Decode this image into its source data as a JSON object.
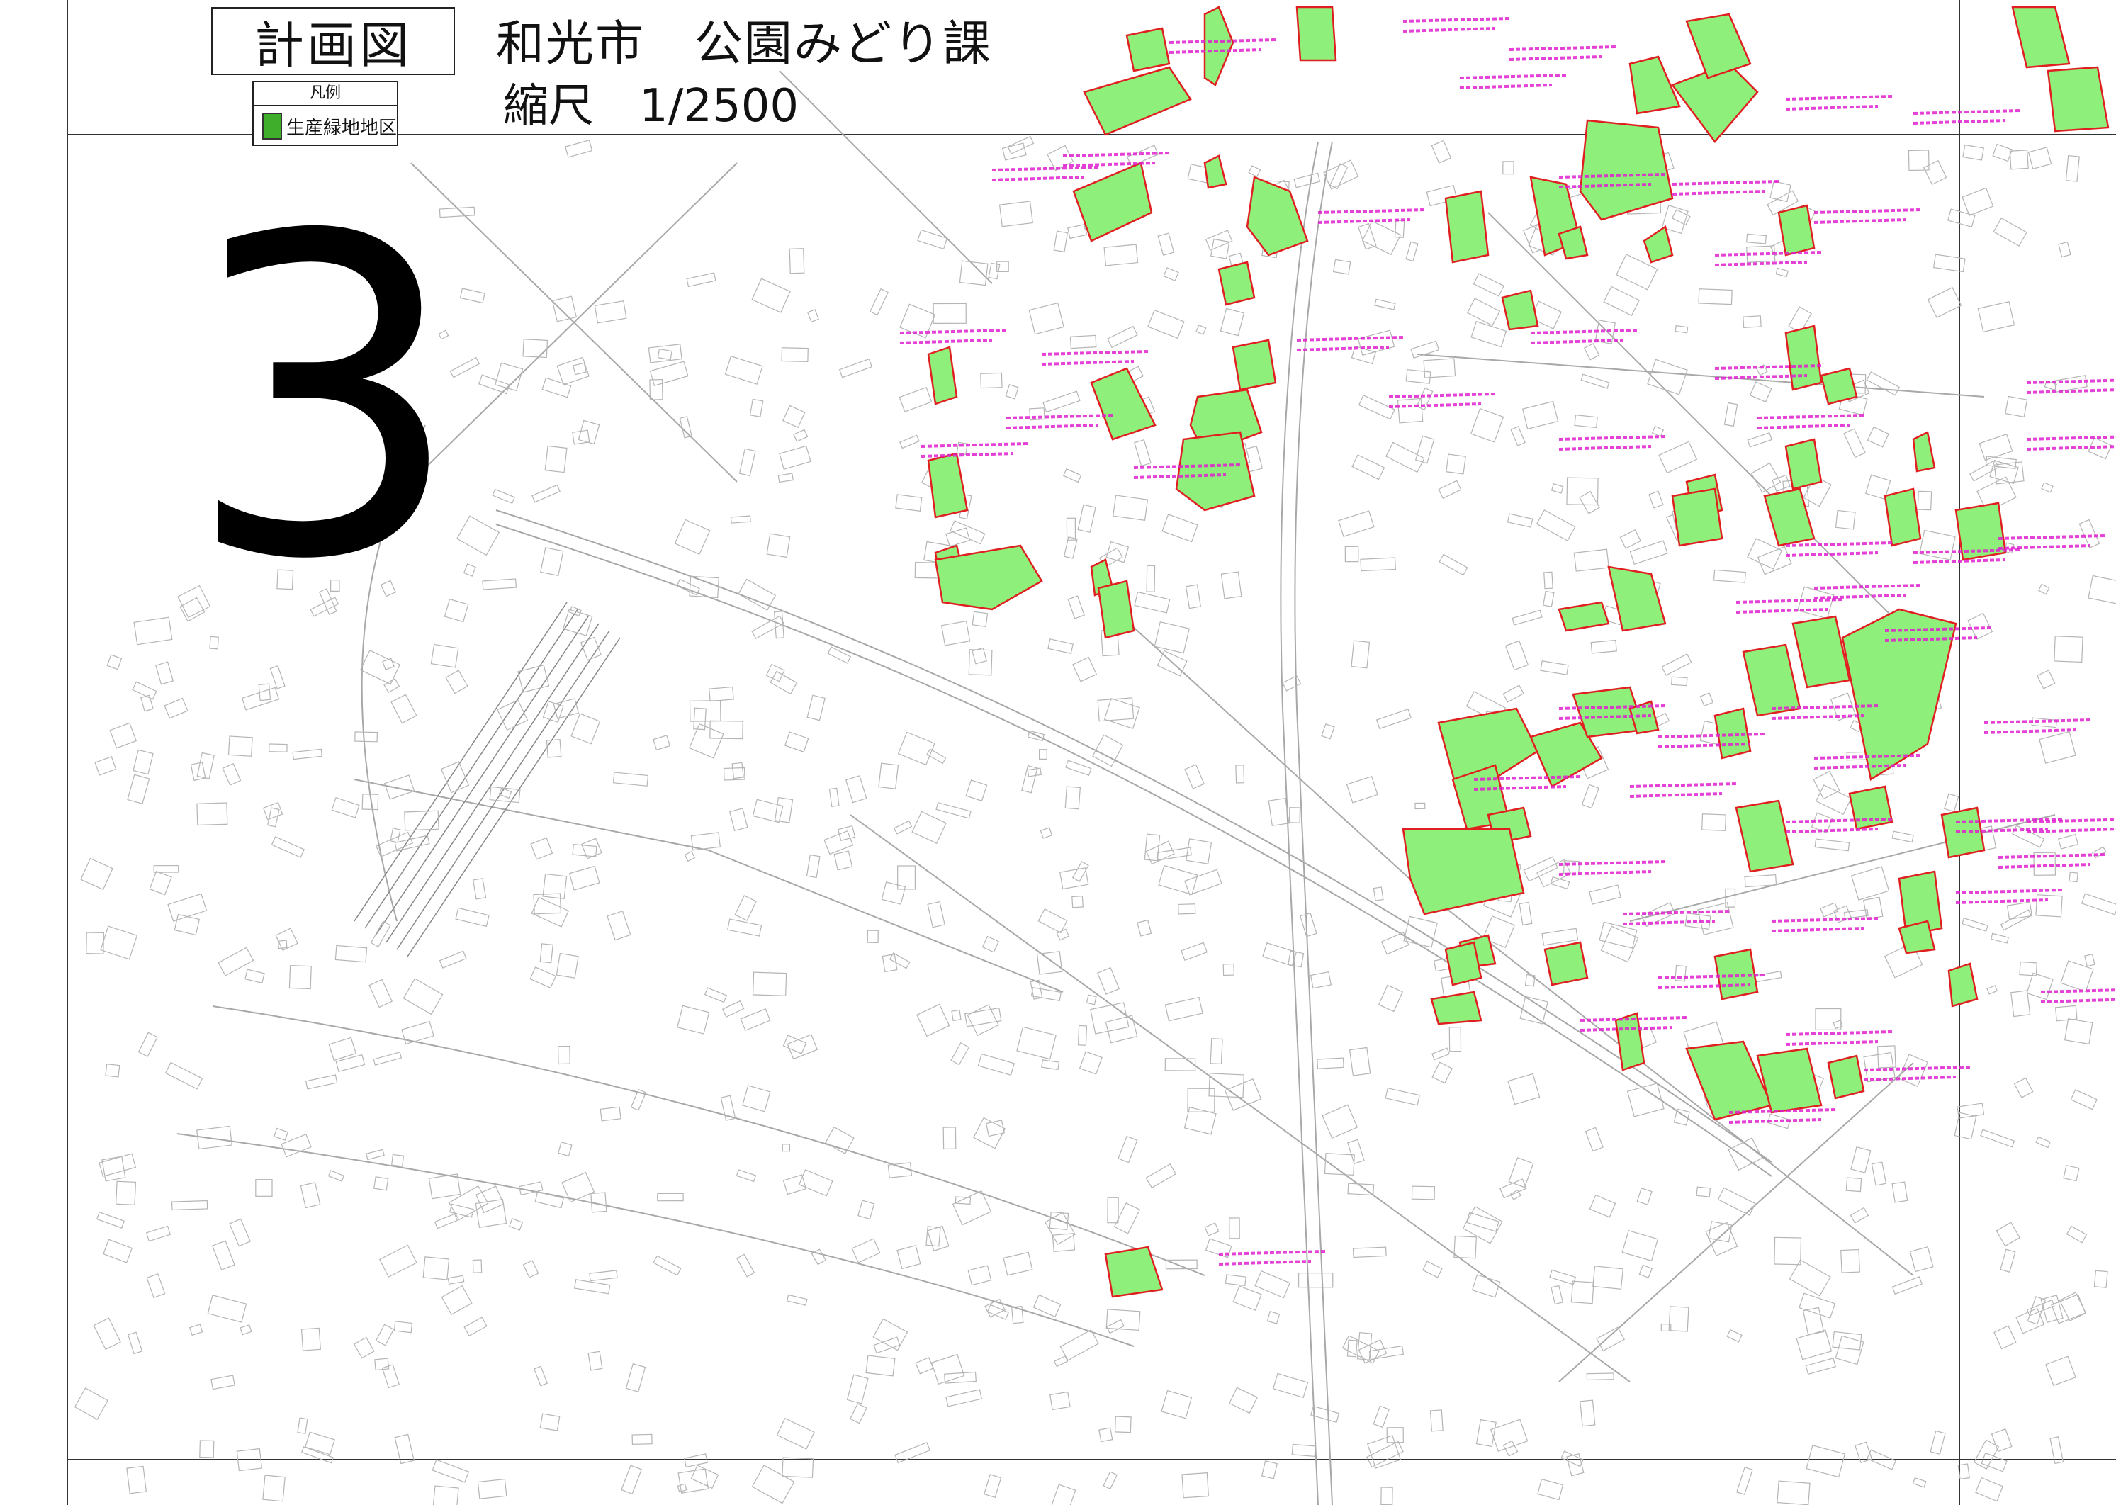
{
  "title_box": {
    "text": "計画図"
  },
  "organization": "和光市　公園みどり課",
  "scale": "縮尺　1/2500",
  "legend": {
    "title": "凡例",
    "items": [
      {
        "label": "生産緑地地区",
        "color": "#3fae2a"
      }
    ]
  },
  "sheet_number": "3",
  "colors": {
    "district_fill": "#8ef07a",
    "district_stroke": "#e02020",
    "district_label": "#e020d0",
    "streets": "#9a9a9a",
    "frame": "#333333"
  }
}
